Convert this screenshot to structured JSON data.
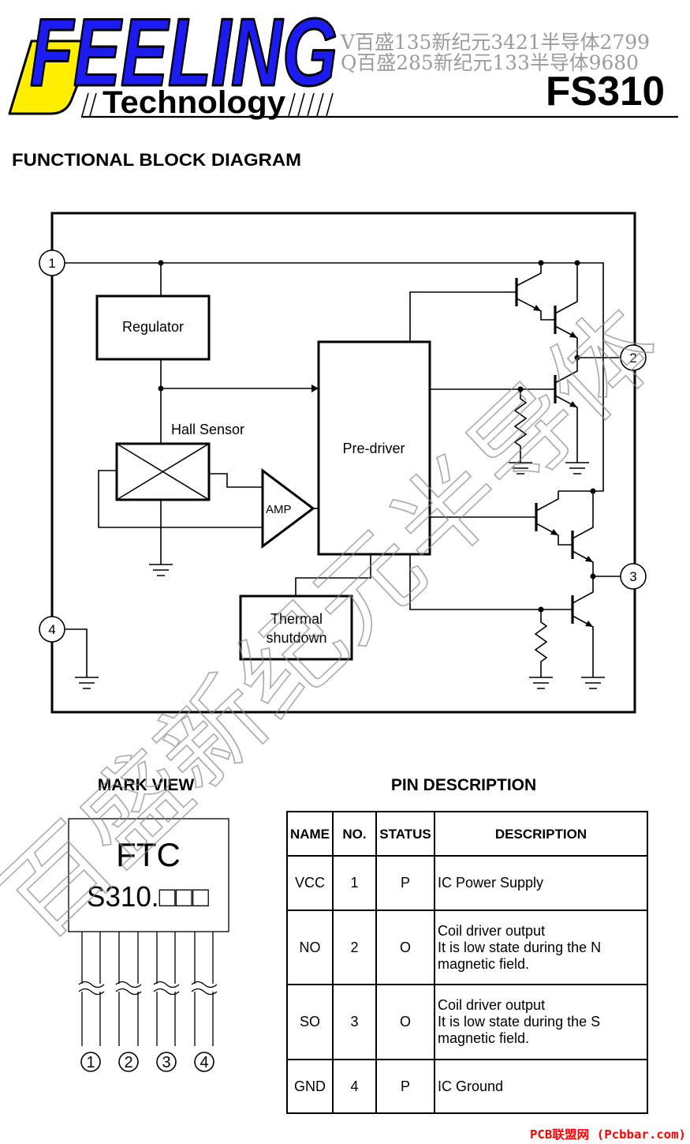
{
  "header": {
    "logo_text": "FEELING",
    "logo_subtext": "Technology",
    "watermark_line1": "V百盛135新纪元3421半导体2799",
    "watermark_line2": "Q百盛285新纪元133半导体9680",
    "part_number": "FS310"
  },
  "block_diagram": {
    "title": "FUNCTIONAL BLOCK DIAGRAM",
    "pins": [
      "1",
      "2",
      "3",
      "4"
    ],
    "regulator": "Regulator",
    "hall_sensor": "Hall Sensor",
    "amp": "AMP",
    "pre_driver": "Pre-driver",
    "thermal_shutdown": [
      "Thermal",
      "shutdown"
    ]
  },
  "mark_view": {
    "title": "MARK VIEW",
    "marking_line1": "FTC",
    "marking_line2": "S310.□□□",
    "pins": [
      "1",
      "2",
      "3",
      "4"
    ]
  },
  "pin_description": {
    "title": "PIN DESCRIPTION",
    "columns": [
      "NAME",
      "NO.",
      "STATUS",
      "DESCRIPTION"
    ],
    "rows": [
      {
        "name": "VCC",
        "no": "1",
        "status": "P",
        "description": [
          "IC Power Supply"
        ]
      },
      {
        "name": "NO",
        "no": "2",
        "status": "O",
        "description": [
          "Coil driver output",
          "It is low state during the N",
          "magnetic field."
        ]
      },
      {
        "name": "SO",
        "no": "3",
        "status": "O",
        "description": [
          "Coil driver output",
          "It is low state during the S",
          "magnetic field."
        ]
      },
      {
        "name": "GND",
        "no": "4",
        "status": "P",
        "description": [
          "IC Ground"
        ]
      }
    ]
  },
  "watermark": "百盛新纪元半导体",
  "footer": "PCB联盟网 (Pcbbar.com)",
  "colors": {
    "logo_blue": "#1c1cf0",
    "logo_yellow": "#ffee00",
    "watermark_gray": "#9c9c9c",
    "footer_red": "#ff0000"
  }
}
